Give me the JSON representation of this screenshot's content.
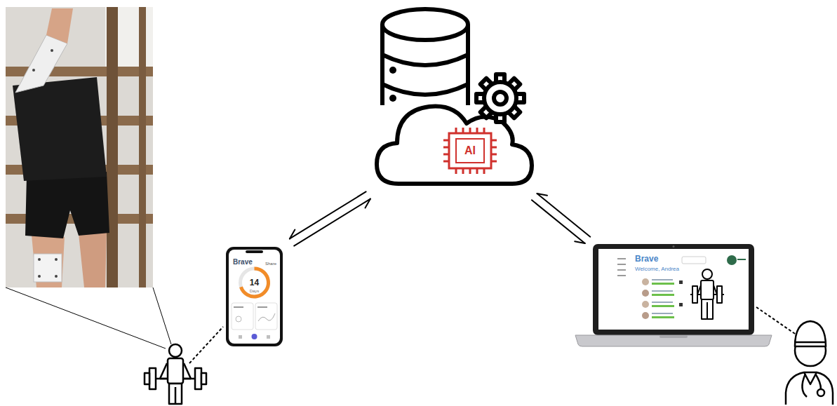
{
  "diagram": {
    "nodes": [
      {
        "text": [
          "AI"
        ]
      },
      {
        "text": [
          "Brave",
          "Share",
          "14",
          "Days"
        ]
      },
      {
        "text": [
          "Brave",
          "Welcome, Andrea"
        ]
      }
    ],
    "edges": [
      {
        "from": 1,
        "to": 0,
        "arrow": "both"
      },
      {
        "from": 0,
        "to": 2,
        "arrow": "both"
      }
    ]
  }
}
